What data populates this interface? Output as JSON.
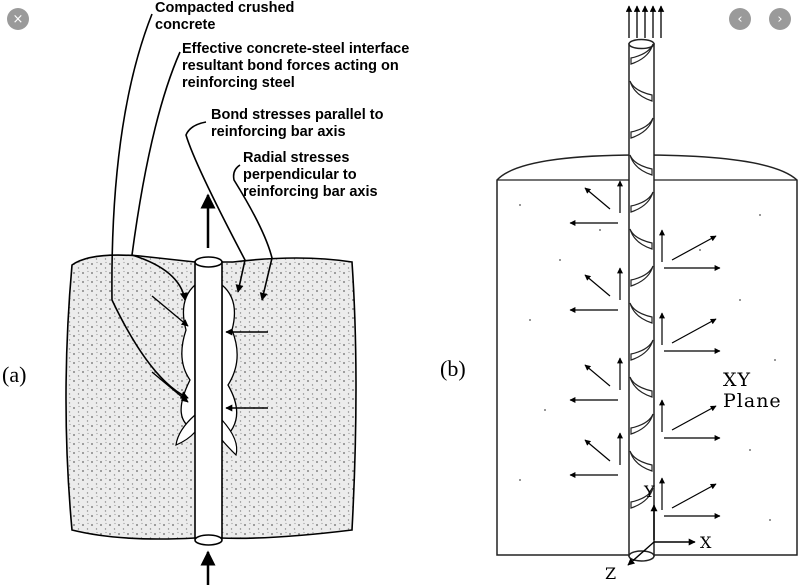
{
  "viewer": {
    "close_icon": "×",
    "prev_icon": "‹",
    "next_icon": "›"
  },
  "panel_a": {
    "label": "(a)",
    "callouts": [
      "Compacted crushed\nconcrete",
      "Effective concrete-steel interface\nresultant bond forces acting on\nreinforcing steel",
      "Bond stresses parallel to\nreinforcing bar axis",
      "Radial stresses\nperpendicular to\nreinforcing bar axis"
    ]
  },
  "panel_b": {
    "label": "(b)",
    "plane_label": "XY\nPlane",
    "axis_y": "Y",
    "axis_x": "X",
    "axis_z": "Z"
  }
}
